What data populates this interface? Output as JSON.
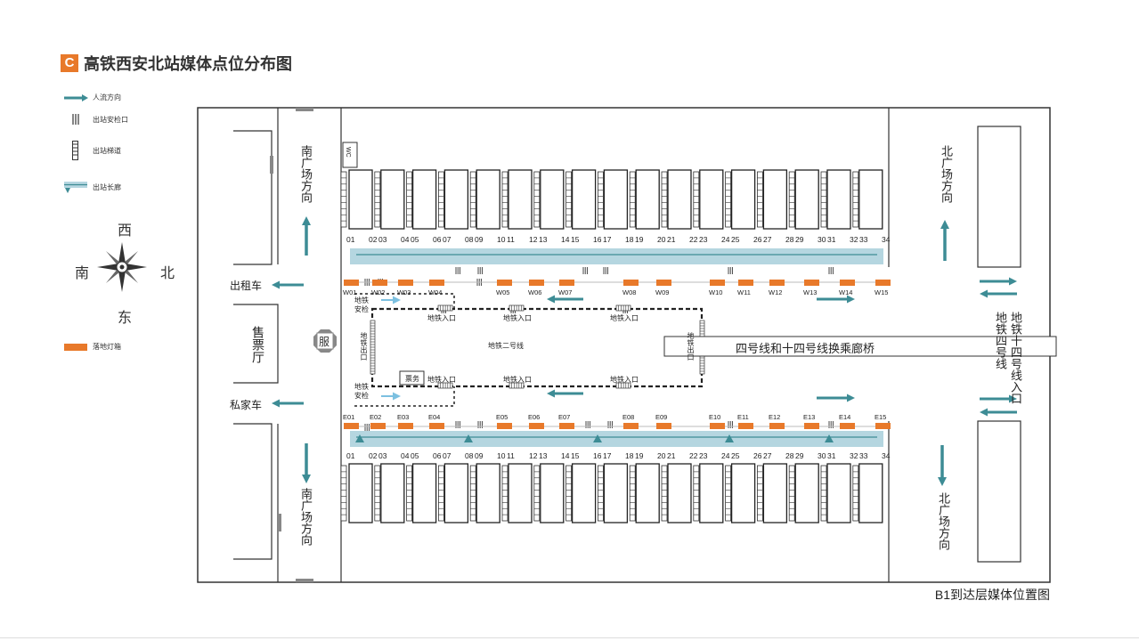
{
  "title": {
    "badge": "C",
    "text": "高铁西安北站媒体点位分布图"
  },
  "legend": [
    {
      "icon": "flow-arrow-icon",
      "label": "人流方向"
    },
    {
      "icon": "exit-gate-icon",
      "label": "出站安检口"
    },
    {
      "icon": "stairway-icon",
      "label": "出站梯道"
    },
    {
      "icon": "corridor-icon",
      "label": "出站长廊"
    },
    {
      "icon": "lightbox-icon",
      "label": "落地灯箱"
    }
  ],
  "compass": {
    "north": "北",
    "south": "南",
    "east": "东",
    "west": "西"
  },
  "labels": {
    "south_square_top": "南广场方向",
    "south_square_bottom": "南广场方向",
    "north_square_top": "北广场方向",
    "north_square_bottom": "北广场方向",
    "taxi": "出租车",
    "private_car": "私家车",
    "ticket_hall": "售票厅",
    "service": "服",
    "wc": "WC",
    "metro_line2": "地铁二号线",
    "metro_entrance": "地铁入口",
    "metro_exit": "地铁出口",
    "metro_security": "地铁安检",
    "ticket_service": "票务",
    "transfer_bridge": "四号线和十四号线换乘廊桥",
    "metro_line4": "地铁四号线",
    "metro_line14_entrance": "地铁十四号线入口",
    "caption": "B1到达层媒体位置图"
  },
  "platforms": [
    "01",
    "02",
    "03",
    "04",
    "05",
    "06",
    "07",
    "08",
    "09",
    "10",
    "11",
    "12",
    "13",
    "14",
    "15",
    "16",
    "17",
    "18",
    "19",
    "20",
    "21",
    "22",
    "23",
    "24",
    "25",
    "26",
    "27",
    "28",
    "29",
    "30",
    "31",
    "32",
    "33",
    "34"
  ],
  "w_points": [
    "W01",
    "W02",
    "W03",
    "W04",
    "W05",
    "W06",
    "W07",
    "W08",
    "W09",
    "W10",
    "W11",
    "W12",
    "W13",
    "W14",
    "W15"
  ],
  "e_points": [
    "E01",
    "E02",
    "E03",
    "E04",
    "E05",
    "E06",
    "E07",
    "E08",
    "E09",
    "E10",
    "E11",
    "E12",
    "E13",
    "E14",
    "E15"
  ],
  "colors": {
    "accent_orange": "#e8792a",
    "flow_teal": "#3d8c95",
    "corridor_blue": "#b5d6e0",
    "light_arrow": "#7cc0e0"
  }
}
